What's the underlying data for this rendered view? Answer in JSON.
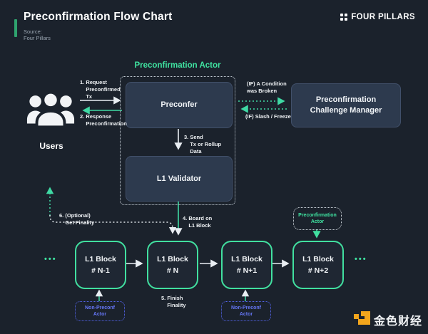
{
  "header": {
    "title": "Preconfirmation Flow Chart",
    "source_label": "Source:",
    "source_value": "Four Pillars",
    "brand": "FOUR PILLARS"
  },
  "diagram": {
    "actor_title": "Preconfirmation Actor",
    "preconfer": "Preconfer",
    "l1_validator": "L1 Validator",
    "challenge_manager": "Preconfirmation\nChallenge Manager",
    "users": "Users",
    "steps": {
      "s1": "1. Request\n    Preconfirmed\n    Tx",
      "s2": "2. Response\n    Preconfirmation",
      "s3": "3. Send\n    Tx or Rollup\n    Data",
      "s4": "4. Board on\n    L1 Block",
      "s5": "5. Finish\n    Finality",
      "s6": "6. (Optional)\n    Get Finality",
      "if_broken": "(IF) A Condition\nwas Broken",
      "if_slash": "(IF) Slash / Freeze"
    },
    "badge_preconf_actor": "Preconfirmation\nActor",
    "non_preconf_actor": "Non-Preconf\nActor",
    "blocks": [
      {
        "line1": "L1 Block",
        "line2": "# N-1"
      },
      {
        "line1": "L1 Block",
        "line2": "# N"
      },
      {
        "line1": "L1 Block",
        "line2": "# N+1"
      },
      {
        "line1": "L1 Block",
        "line2": "# N+2"
      }
    ],
    "ellipsis": "•••"
  },
  "watermark": {
    "text": "金色财经"
  },
  "colors": {
    "background": "#1b222c",
    "node_fill": "#2d3a4e",
    "mint_green": "#3fe2a0",
    "teal_arrow": "#3fd9a4",
    "accent_green": "#2fa36e",
    "blue_actor": "#5566f0",
    "watermark_orange": "#f2a51c"
  }
}
